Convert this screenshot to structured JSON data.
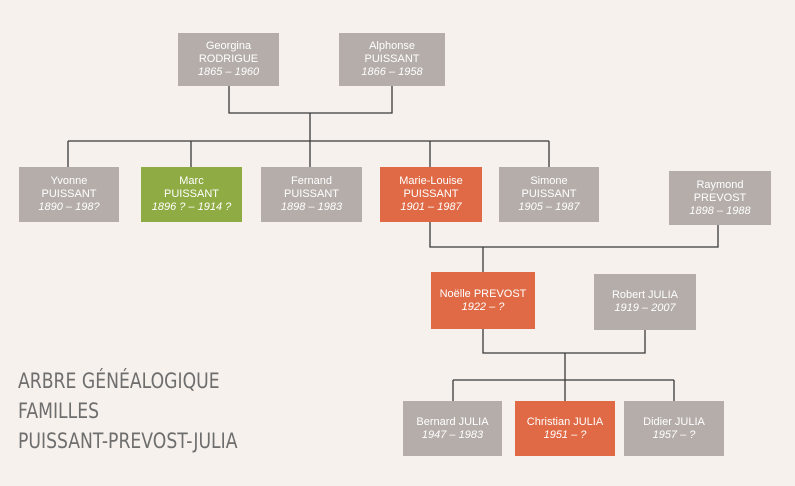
{
  "title": {
    "line1": "ARBRE GÉNÉALOGIQUE",
    "line2": "FAMILLES",
    "line3": "PUISSANT-PREVOST-JULIA"
  },
  "people": {
    "georgina": {
      "name1": "Georgina",
      "name2": "RODRIGUE",
      "dates": "1865 – 1960",
      "color": "#b4ada9"
    },
    "alphonse": {
      "name1": "Alphonse",
      "name2": "PUISSANT",
      "dates": "1866 – 1958",
      "color": "#b4ada9"
    },
    "yvonne": {
      "name1": "Yvonne",
      "name2": "PUISSANT",
      "dates": "1890 – 198?",
      "color": "#b4ada9"
    },
    "marc": {
      "name1": "Marc",
      "name2": "PUISSANT",
      "dates": "1896 ? – 1914 ?",
      "color": "#8fab43"
    },
    "fernand": {
      "name1": "Fernand",
      "name2": "PUISSANT",
      "dates": "1898 – 1983",
      "color": "#b4ada9"
    },
    "marie_louise": {
      "name1": "Marie-Louise",
      "name2": "PUISSANT",
      "dates": "1901 – 1987",
      "color": "#df6a45"
    },
    "simone": {
      "name1": "Simone",
      "name2": "PUISSANT",
      "dates": "1905 – 1987",
      "color": "#b4ada9"
    },
    "raymond": {
      "name1": "Raymond",
      "name2": "PREVOST",
      "dates": "1898 – 1988",
      "color": "#b4ada9"
    },
    "noelle": {
      "name1": "Noëlle PREVOST",
      "dates": "1922 – ?",
      "color": "#df6a45"
    },
    "robert": {
      "name1": "Robert JULIA",
      "dates": "1919 – 2007",
      "color": "#b4ada9"
    },
    "bernard": {
      "name1": "Bernard JULIA",
      "dates": "1947 – 1983",
      "color": "#b4ada9"
    },
    "christian": {
      "name1": "Christian JULIA",
      "dates": "1951 – ?",
      "color": "#df6a45"
    },
    "didier": {
      "name1": "Didier JULIA",
      "dates": "1957 – ?",
      "color": "#b4ada9"
    }
  },
  "colors": {
    "background": "#f6f1ec",
    "box_default": "#b4ada9",
    "box_highlight": "#df6a45",
    "box_green": "#8fab43",
    "line": "#3a3a3a",
    "title_text": "#6e6e6e"
  }
}
